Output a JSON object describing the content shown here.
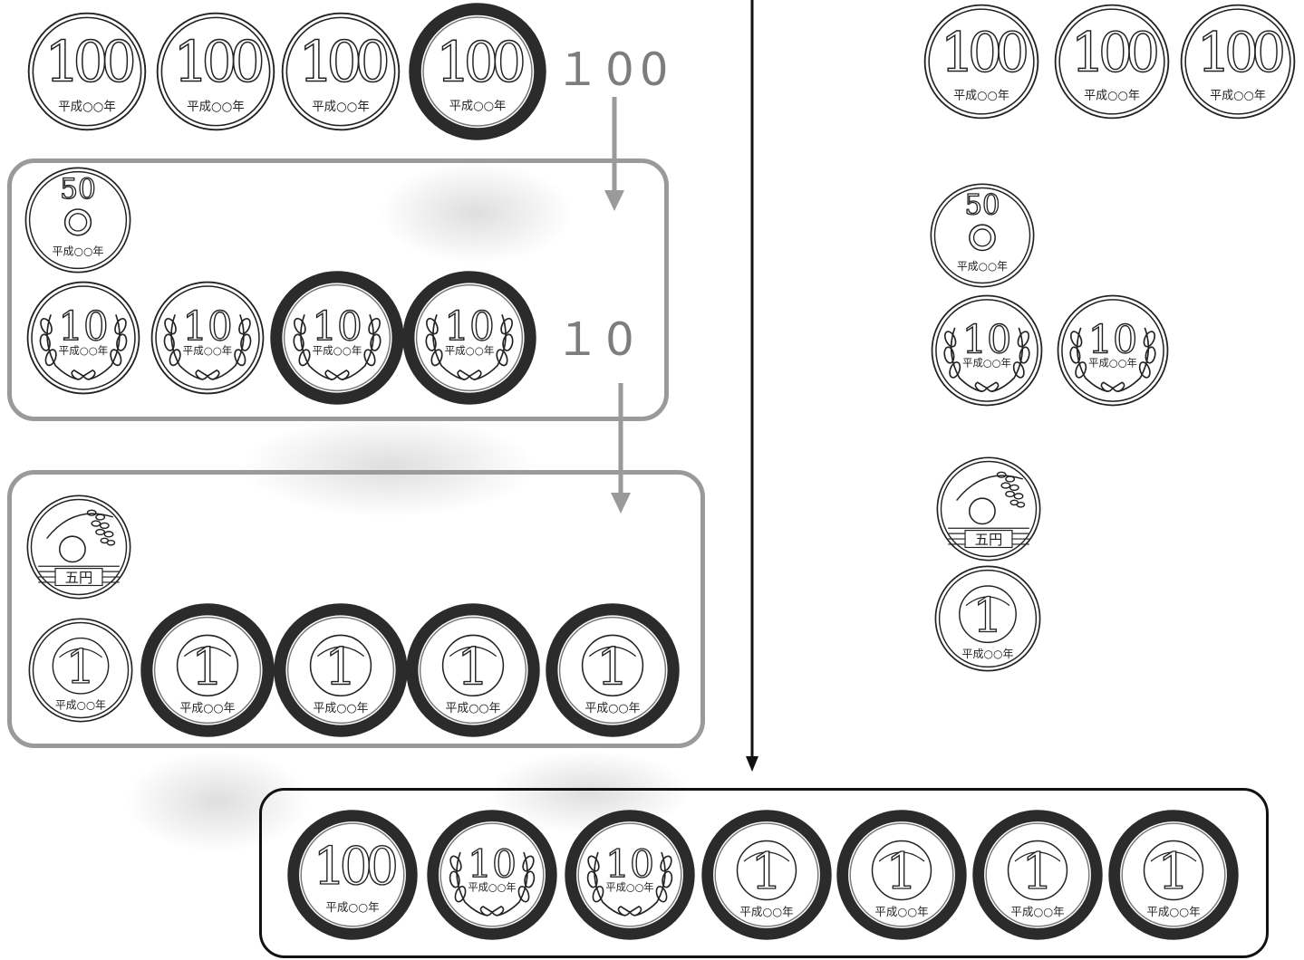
{
  "labels": {
    "hundreds": "１00",
    "tens": "１0"
  },
  "colors": {
    "panel_border": "#9a9a9a",
    "result_border": "#111111",
    "label_text": "#7d7d7d",
    "highlight_ring": "#2b2b2b"
  },
  "coin_text": {
    "c100": {
      "value": "100",
      "era": "平成○○年"
    },
    "c50": {
      "value": "50",
      "era": "平成○○年"
    },
    "c10": {
      "value": "10",
      "era": "平成○○年"
    },
    "c5": {
      "value": "五円"
    },
    "c1": {
      "value": "1",
      "era": "平成○○年"
    }
  },
  "groups": {
    "row_hundreds": {
      "coins": [
        "100",
        "100",
        "100",
        "100"
      ],
      "highlighted": [
        false,
        false,
        false,
        true
      ]
    },
    "panel_tens": {
      "top": [
        "50"
      ],
      "bottom": [
        "10",
        "10",
        "10",
        "10"
      ],
      "highlighted": [
        false,
        false,
        true,
        true
      ]
    },
    "panel_ones": {
      "top": [
        "5"
      ],
      "bottom": [
        "1",
        "1",
        "1",
        "1",
        "1"
      ],
      "highlighted": [
        false,
        true,
        true,
        true,
        true
      ]
    },
    "remaining": {
      "hundreds": [
        "100",
        "100",
        "100"
      ],
      "fifty": [
        "50"
      ],
      "tens": [
        "10",
        "10"
      ],
      "five": [
        "5"
      ],
      "ones": [
        "1"
      ]
    },
    "result": {
      "coins": [
        "100",
        "10",
        "10",
        "1",
        "1",
        "1",
        "1"
      ]
    }
  }
}
